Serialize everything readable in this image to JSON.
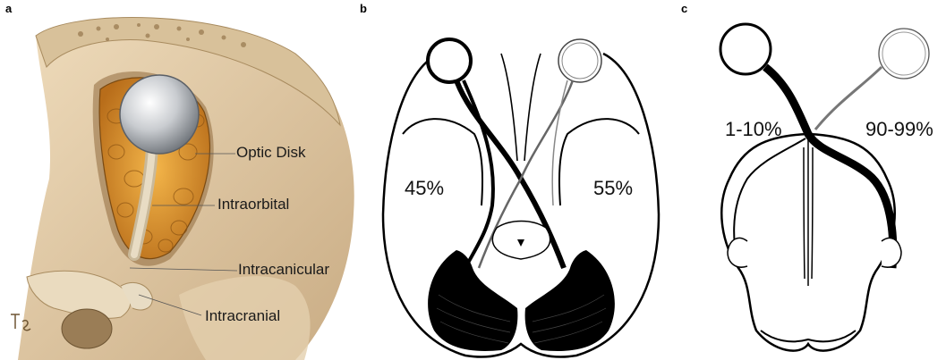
{
  "panels": {
    "a": {
      "letter": "a",
      "labels": {
        "optic_disk": "Optic Disk",
        "intraorbital": "Intraorbital",
        "intracanicular": "Intracanicular",
        "intracranial": "Intracranial"
      }
    },
    "b": {
      "letter": "b",
      "left_percent": "45%",
      "right_percent": "55%"
    },
    "c": {
      "letter": "c",
      "left_percent": "1-10%",
      "right_percent": "90-99%"
    }
  }
}
